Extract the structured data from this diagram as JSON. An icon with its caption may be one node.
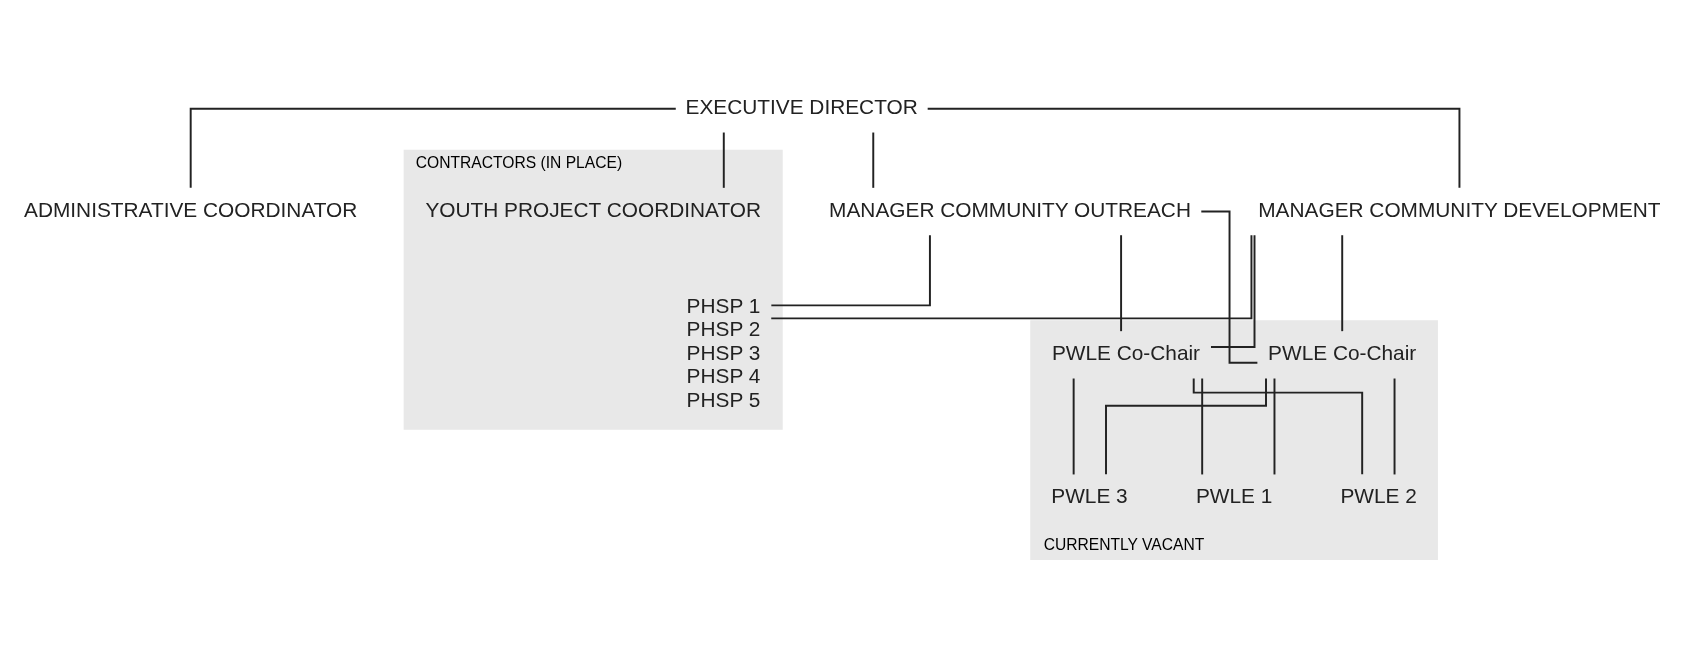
{
  "diagram": {
    "nodes": [
      {
        "text": [
          "EXECUTIVE DIRECTOR"
        ]
      },
      {
        "text": [
          "ADMINISTRATIVE COORDINATOR"
        ]
      },
      {
        "text": [
          "MANAGER COMMUNITY OUTREACH"
        ]
      },
      {
        "text": [
          "MANAGER COMMUNITY DEVELOPMENT"
        ]
      },
      {
        "text": [
          "CONTRACTORS (IN PLACE)"
        ]
      },
      {
        "text": [
          "YOUTH PROJECT COORDINATOR"
        ],
        "in": 4
      },
      {
        "text": [
          "CURRENTLY VACANT"
        ]
      },
      {
        "text": [
          "PWLE Co-Chair"
        ],
        "in": 6
      },
      {
        "text": [
          "PWLE Co-Chair"
        ],
        "in": 6
      },
      {
        "text": [
          "PWLE 1"
        ],
        "in": 6
      },
      {
        "text": [
          "PWLE 2"
        ],
        "in": 6
      },
      {
        "text": [
          "PWLE 3"
        ],
        "in": 6
      },
      {
        "text": [
          "PHSP 1",
          "PHSP 2",
          "PHSP 3",
          "PHSP 4",
          "PHSP 5"
        ],
        "in": 4
      }
    ],
    "edges": [
      {
        "from": 0,
        "to": 1,
        "arrow": "none"
      },
      {
        "from": 0,
        "to": 2,
        "arrow": "none"
      },
      {
        "from": 0,
        "to": 3,
        "arrow": "none"
      },
      {
        "from": 0,
        "to": 5,
        "arrow": "none"
      },
      {
        "from": 2,
        "to": 7,
        "arrow": "none"
      },
      {
        "from": 2,
        "to": 8,
        "arrow": "none"
      },
      {
        "from": 2,
        "to": 12,
        "arrow": "none"
      },
      {
        "from": 3,
        "to": 7,
        "arrow": "none"
      },
      {
        "from": 3,
        "to": 8,
        "arrow": "none"
      },
      {
        "from": 3,
        "to": 12,
        "arrow": "none"
      },
      {
        "from": 7,
        "to": 9,
        "arrow": "none"
      },
      {
        "from": 7,
        "to": 10,
        "arrow": "none"
      },
      {
        "from": 7,
        "to": 11,
        "arrow": "none"
      },
      {
        "from": 8,
        "to": 9,
        "arrow": "none"
      },
      {
        "from": 8,
        "to": 10,
        "arrow": "none"
      },
      {
        "from": 8,
        "to": 11,
        "arrow": "none"
      }
    ]
  }
}
